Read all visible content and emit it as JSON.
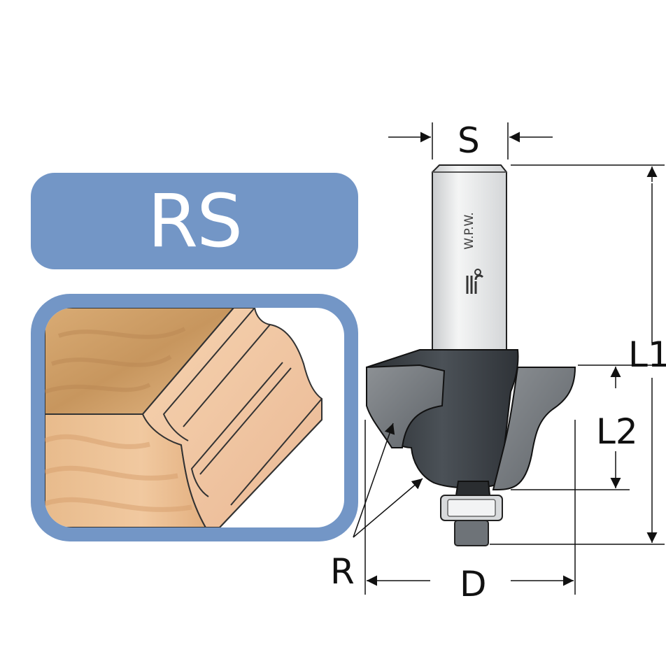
{
  "badge": {
    "code": "RS"
  },
  "dimensions": {
    "s": "S",
    "l1": "L1",
    "l2": "L2",
    "r": "R",
    "d": "D"
  },
  "brand": {
    "shank_text": "W.P.W."
  },
  "colors": {
    "badge": "#7396c6",
    "wood_light": "#f2c9a0",
    "wood_dark": "#c99a68",
    "cutter": "#3b4046",
    "shank": "#e6e7e8"
  },
  "icons": {
    "logo": "wpw-logo-icon"
  }
}
